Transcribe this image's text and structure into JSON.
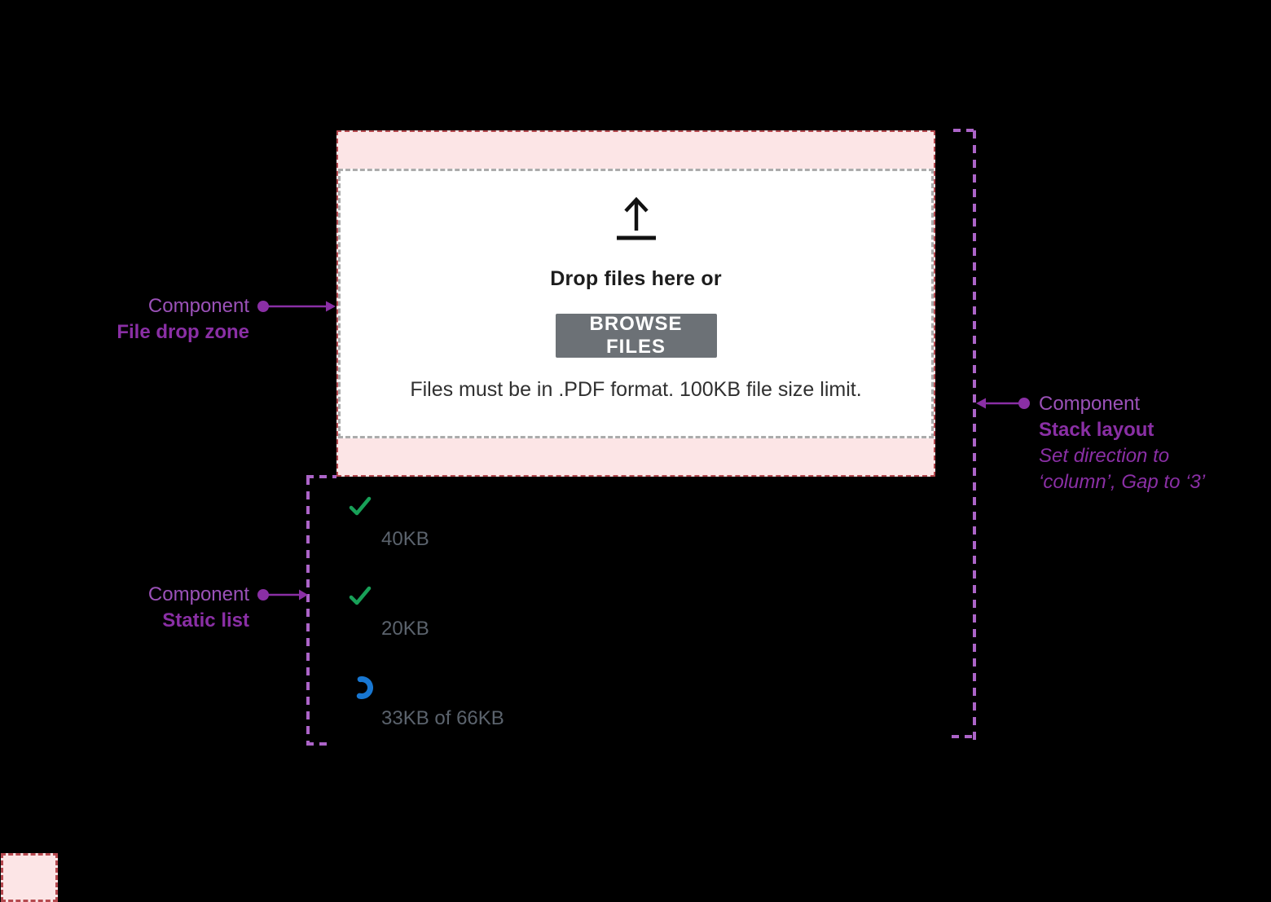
{
  "dropzone": {
    "heading": "Drop files here or",
    "browse_button": "BROWSE FILES",
    "note": "Files must be in .PDF format. 100KB file size limit.",
    "upload_icon": "upload-arrow-icon",
    "pink_fill": "#FCE5E6",
    "red_dash_color": "#B5494F",
    "gray_dash_color": "#ABABAB",
    "button_color": "#6C7176"
  },
  "annotations": {
    "file_drop_zone": {
      "label": "Component",
      "name": "File drop zone"
    },
    "static_list": {
      "label": "Component",
      "name": "Static list"
    },
    "stack_layout": {
      "label": "Component",
      "name": "Stack layout",
      "hint_line1": "Set direction to",
      "hint_line2": "‘column’, Gap to ‘3’"
    },
    "purple_text_color": "#9B51B8",
    "purple_bold_color": "#8A2FA5",
    "purple_dash_color": "#AC64C8"
  },
  "static_list": {
    "items": [
      {
        "icon": "check-icon",
        "status": "uploaded",
        "size": "40KB"
      },
      {
        "icon": "check-icon",
        "status": "uploaded",
        "size": "20KB"
      },
      {
        "icon": "spinner-icon",
        "status": "uploading",
        "size": "33KB of 66KB"
      }
    ],
    "check_color": "#18A058",
    "spinner_color": "#1877D2",
    "text_color": "#5B636D"
  }
}
